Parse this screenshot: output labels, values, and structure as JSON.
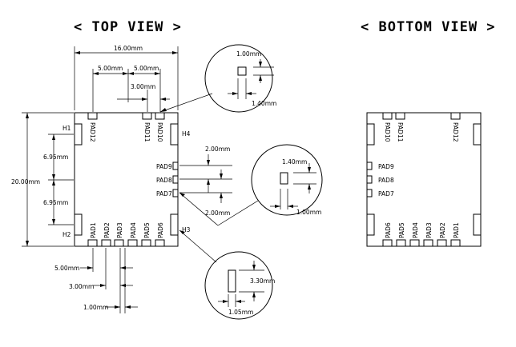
{
  "titles": {
    "top": "< TOP VIEW >",
    "bottom": "< BOTTOM VIEW >"
  },
  "dims": {
    "width": "16.00mm",
    "height": "20.00mm",
    "pitch_a": "5.00mm",
    "pitch_b": "5.00mm",
    "pitch_c": "3.00mm",
    "side_a": "6.95mm",
    "side_b": "6.95mm",
    "right_a": "2.00mm",
    "right_b": "2.00mm",
    "bottom_a": "5.00mm",
    "bottom_b": "3.00mm",
    "bottom_c": "1.00mm"
  },
  "details": {
    "top": {
      "h": "1.00mm",
      "w": "1.40mm"
    },
    "mid": {
      "h": "1.40mm",
      "w": "1.00mm"
    },
    "low": {
      "h": "3.30mm",
      "w": "1.05mm"
    }
  },
  "corners": {
    "h1": "H1",
    "h2": "H2",
    "h3": "H3",
    "h4": "H4"
  },
  "pads": {
    "pad1": "PAD1",
    "pad2": "PAD2",
    "pad3": "PAD3",
    "pad4": "PAD4",
    "pad5": "PAD5",
    "pad6": "PAD6",
    "pad7": "PAD7",
    "pad8": "PAD8",
    "pad9": "PAD9",
    "pad10": "PAD10",
    "pad11": "PAD11",
    "pad12": "PAD12"
  }
}
